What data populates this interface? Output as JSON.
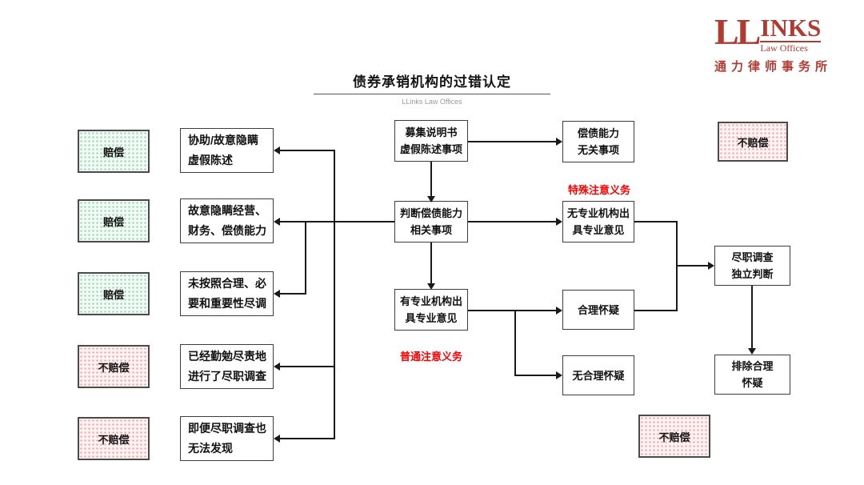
{
  "page": {
    "title": "债券承销机构的过错认定",
    "subtitle": "LLinks Law Offices"
  },
  "logo": {
    "ll": "LL",
    "inks": "INKS",
    "law": "Law Offices",
    "chinese": "通力律师事务所",
    "color": "#b13b32"
  },
  "duty_labels": {
    "special": "特殊注意义务",
    "ordinary": "普通注意义务"
  },
  "outcomes_left": [
    {
      "label": "赔偿",
      "variant": "green"
    },
    {
      "label": "赔偿",
      "variant": "green"
    },
    {
      "label": "赔偿",
      "variant": "green"
    },
    {
      "label": "不赔偿",
      "variant": "red"
    },
    {
      "label": "不赔偿",
      "variant": "red"
    }
  ],
  "causes": [
    "协助/故意隐瞒\n虚假陈述",
    "故意隐瞒经营、\n财务、偿债能力",
    "未按照合理、必\n要和重要性尽调",
    "已经勤勉尽责地\n进行了尽职调查",
    "即便尽职调查也\n无法发现"
  ],
  "flow": {
    "prospectus": "募集说明书\n虚假陈述事项",
    "judge_solvency": "判断偿债能力\n相关事项",
    "with_professional": "有专业机构出\n具专业意见",
    "unrelated": "偿债能力\n无关事项",
    "no_professional": "无专业机构出\n具专业意见",
    "reasonable_doubt": "合理怀疑",
    "no_reasonable_doubt": "无合理怀疑",
    "due_diligence_judgment": "尽职调查\n独立判断",
    "exclude_doubt": "排除合理\n怀疑"
  },
  "outcomes_right": [
    {
      "label": "不赔偿",
      "variant": "red"
    },
    {
      "label": "不赔偿",
      "variant": "red"
    }
  ],
  "colors": {
    "logo_red": "#b13b32",
    "duty_red": "#ff0000",
    "green_dot": "#92d6b0",
    "green_bg": "#f3faf6",
    "red_dot": "#f0a2a0",
    "red_bg": "#fdf3f3",
    "line": "#1a1a1a"
  }
}
